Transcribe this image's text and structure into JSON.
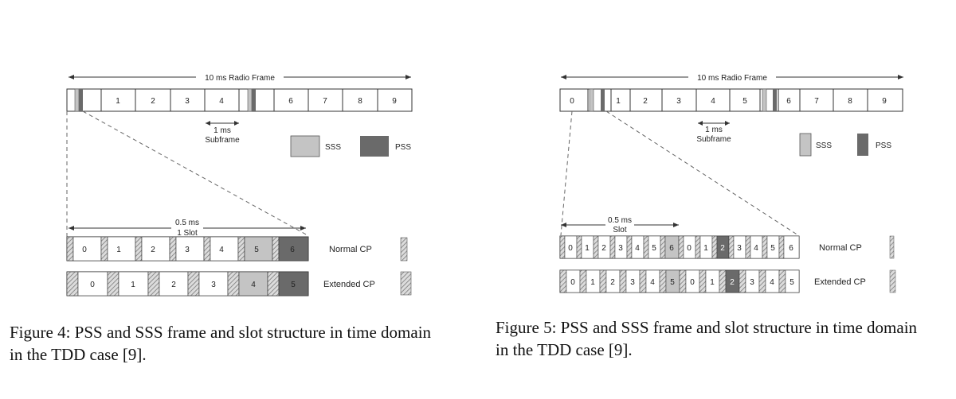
{
  "figures": [
    {
      "id": "fig4",
      "radio_frame_label": "10 ms Radio Frame",
      "subframe_labels": [
        "",
        "1",
        "2",
        "3",
        "4",
        "",
        "6",
        "7",
        "8",
        "9"
      ],
      "subframe_duration": "1 ms",
      "subframe_word": "Subframe",
      "legend": {
        "sss": "SSS",
        "pss": "PSS"
      },
      "slot_duration": "0.5 ms",
      "slot_word": "1 Slot",
      "normal_cp": {
        "label": "Normal CP",
        "symbols": [
          "0",
          "1",
          "2",
          "3",
          "4",
          "5",
          "6"
        ],
        "sss_index": 5,
        "pss_index": 6
      },
      "extended_cp": {
        "label": "Extended CP",
        "symbols": [
          "0",
          "1",
          "2",
          "3",
          "4",
          "5"
        ],
        "sss_index": 4,
        "pss_index": 5
      },
      "caption_line1": "Figure 4: PSS and SSS frame and slot structure in time domain",
      "caption_line2": "in the TDD case [9]."
    },
    {
      "id": "fig5",
      "radio_frame_label": "10 ms Radio Frame",
      "subframe_labels": [
        "0",
        "1",
        "2",
        "3",
        "4",
        "5",
        "6",
        "7",
        "8",
        "9"
      ],
      "subframe_duration": "1 ms",
      "subframe_word": "Subframe",
      "legend": {
        "sss": "SSS",
        "pss": "PSS"
      },
      "slot_duration": "0.5 ms",
      "slot_word": "Slot",
      "normal_cp": {
        "label": "Normal CP",
        "symbols": [
          "0",
          "1",
          "2",
          "3",
          "4",
          "5",
          "6",
          "0",
          "1",
          "2",
          "3",
          "4",
          "5",
          "6"
        ],
        "sss_index": 6,
        "pss_index": 9
      },
      "extended_cp": {
        "label": "Extended CP",
        "symbols": [
          "0",
          "1",
          "2",
          "3",
          "4",
          "5",
          "0",
          "1",
          "2",
          "3",
          "4",
          "5"
        ],
        "sss_index": 5,
        "pss_index": 8
      },
      "caption_line1": "Figure 5: PSS and SSS frame and slot structure in time domain",
      "caption_line2": "in the TDD case [9]."
    }
  ],
  "colors": {
    "sss": "#c4c4c4",
    "pss": "#6a6a6a",
    "line": "#333333",
    "cp_hatch": "#8a8a8a"
  }
}
